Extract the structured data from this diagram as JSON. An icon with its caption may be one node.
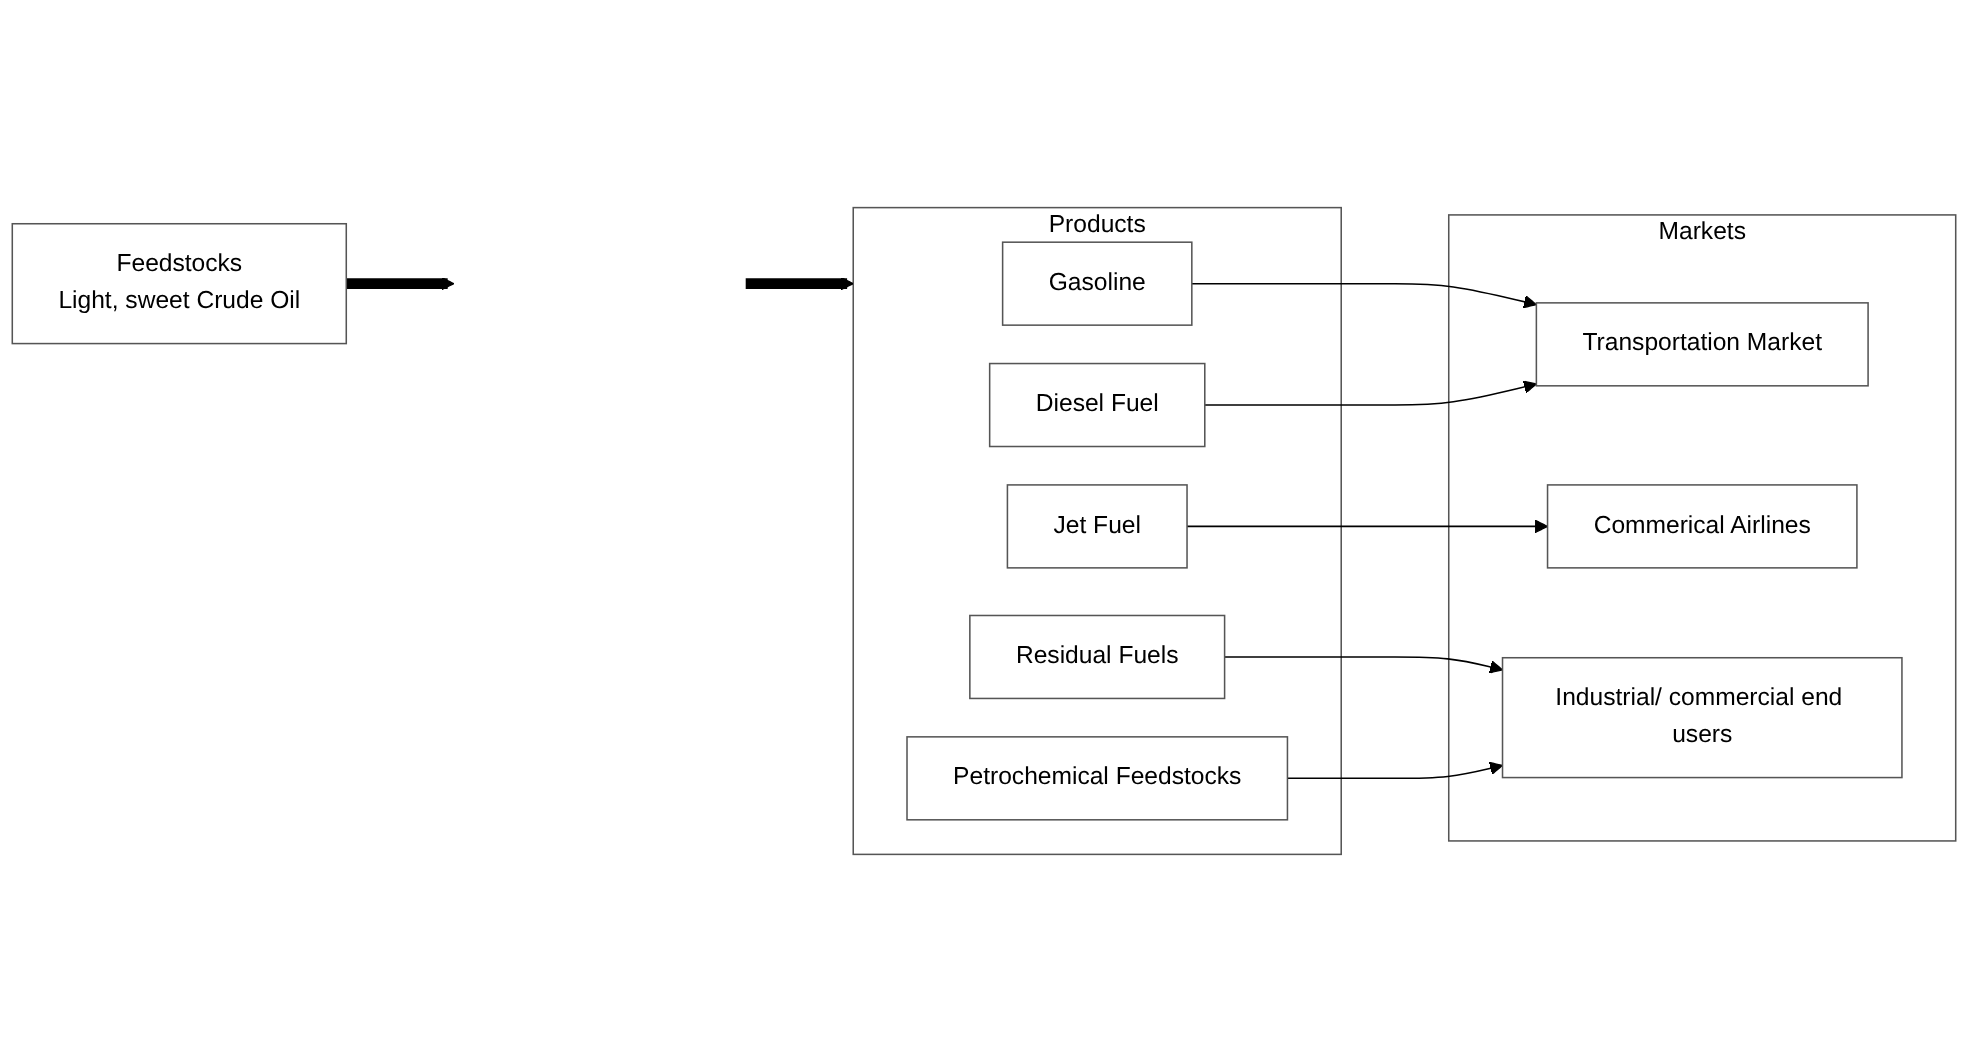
{
  "diagram": {
    "nodes": [
      {
        "text": [
          "Feedstocks",
          "Light, sweet Crude Oil"
        ]
      },
      {
        "text": [
          "Products"
        ]
      },
      {
        "text": [
          "Gasoline"
        ],
        "in": 1
      },
      {
        "text": [
          "Diesel Fuel"
        ],
        "in": 1
      },
      {
        "text": [
          "Jet Fuel"
        ],
        "in": 1
      },
      {
        "text": [
          "Residual Fuels"
        ],
        "in": 1
      },
      {
        "text": [
          "Petrochemical Feedstocks"
        ],
        "in": 1
      },
      {
        "text": [
          "Markets"
        ]
      },
      {
        "text": [
          "Transportation Market"
        ],
        "in": 7
      },
      {
        "text": [
          "Commerical Airlines"
        ],
        "in": 7
      },
      {
        "text": [
          "Industrial/ commercial end users"
        ],
        "in": 7
      }
    ],
    "edges": [
      {
        "from": 0,
        "to": null,
        "arrow": "to",
        "style": "thick"
      },
      {
        "from": null,
        "to": 1,
        "arrow": "to",
        "style": "thick"
      },
      {
        "from": 2,
        "to": 8,
        "arrow": "to"
      },
      {
        "from": 3,
        "to": 8,
        "arrow": "to"
      },
      {
        "from": 4,
        "to": 9,
        "arrow": "to"
      },
      {
        "from": 5,
        "to": 10,
        "arrow": "to"
      },
      {
        "from": 6,
        "to": 10,
        "arrow": "to"
      }
    ]
  }
}
